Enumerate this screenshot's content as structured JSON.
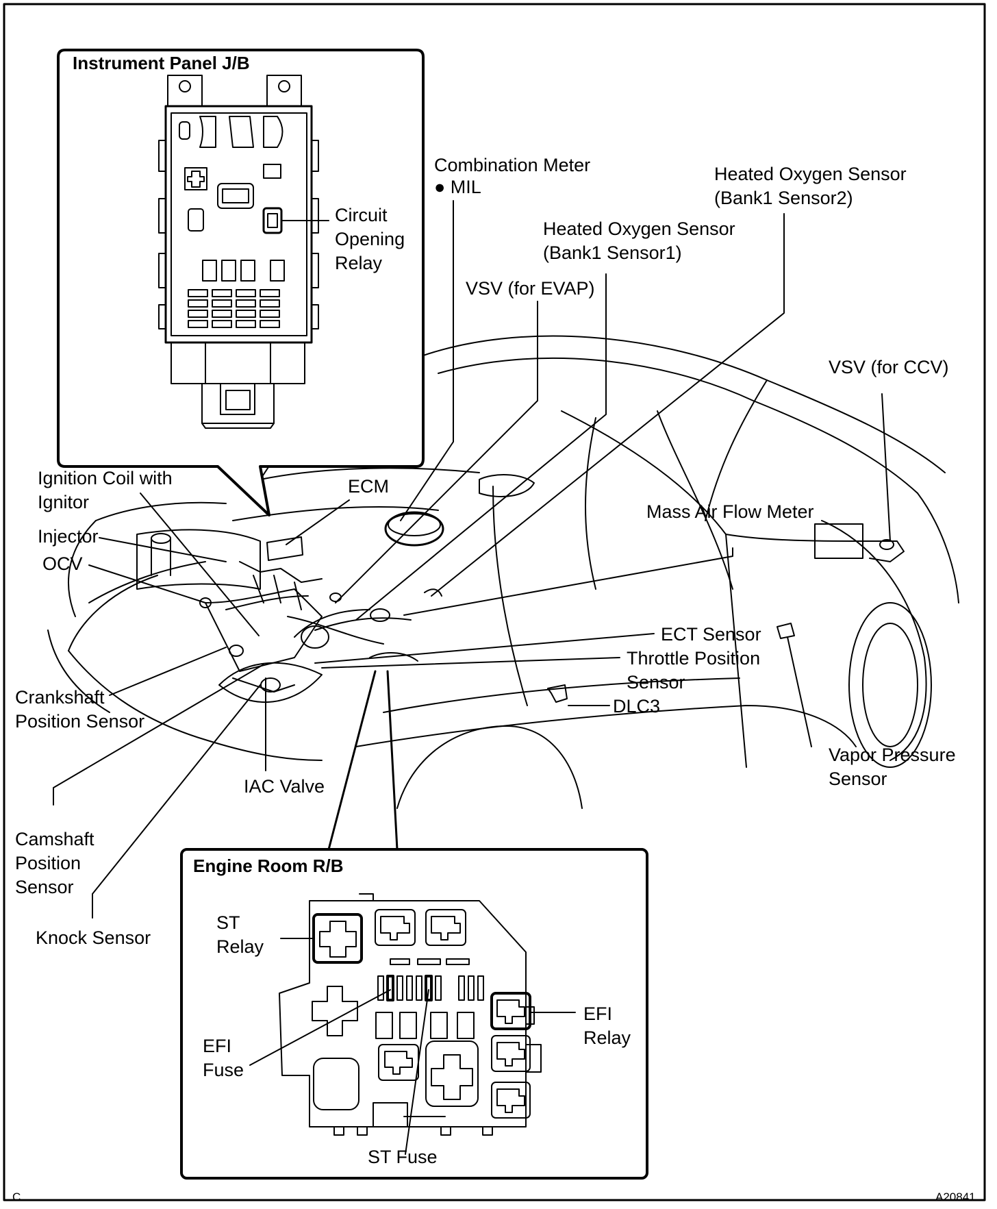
{
  "corner_left": "C",
  "figure_code": "A20841",
  "instrument_panel_jb": {
    "title": "Instrument Panel J/B",
    "circuit_opening_relay": [
      "Circuit",
      "Opening",
      "Relay"
    ]
  },
  "engine_room_rb": {
    "title": "Engine Room R/B",
    "st_relay": [
      "ST",
      "Relay"
    ],
    "efi_fuse": [
      "EFI",
      "Fuse"
    ],
    "efi_relay": [
      "EFI",
      "Relay"
    ],
    "st_fuse": "ST Fuse"
  },
  "components": {
    "combination_meter": "Combination Meter",
    "mil": "● MIL",
    "hos_bank1_sensor2": [
      "Heated Oxygen Sensor",
      "(Bank1 Sensor2)"
    ],
    "hos_bank1_sensor1": [
      "Heated Oxygen Sensor",
      "(Bank1 Sensor1)"
    ],
    "vsv_evap": "VSV (for EVAP)",
    "vsv_ccv": "VSV (for CCV)",
    "ignition_coil": [
      "Ignition Coil with",
      "Ignitor"
    ],
    "ecm": "ECM",
    "mass_air_flow_meter": "Mass Air Flow Meter",
    "injector": "Injector",
    "ocv": "OCV",
    "ect_sensor": "ECT Sensor",
    "throttle_position_sensor": [
      "Throttle Position",
      "Sensor"
    ],
    "crankshaft_position_sensor": [
      "Crankshaft",
      "Position Sensor"
    ],
    "dlc3": "DLC3",
    "iac_valve": "IAC Valve",
    "vapor_pressure_sensor": [
      "Vapor Pressure",
      "Sensor"
    ],
    "camshaft_position_sensor": [
      "Camshaft",
      "Position",
      "Sensor"
    ],
    "knock_sensor": "Knock Sensor"
  }
}
